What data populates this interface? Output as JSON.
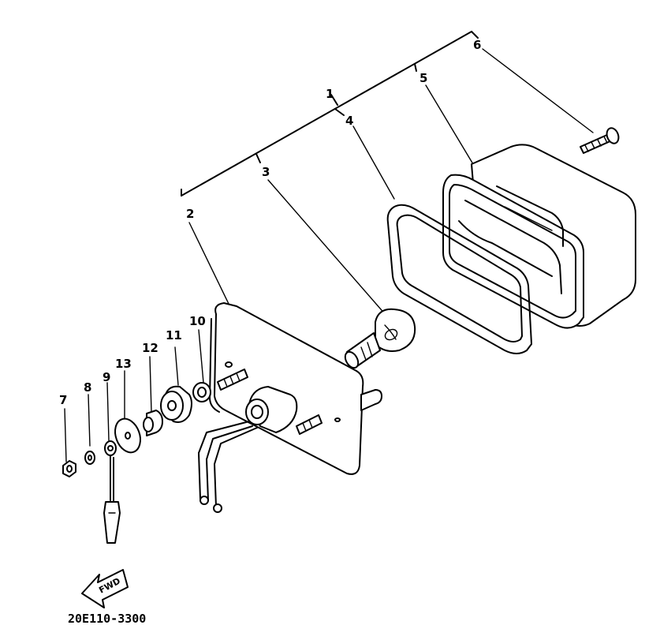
{
  "diagram": {
    "part_labels": {
      "p1": "1",
      "p2": "2",
      "p3": "3",
      "p4": "4",
      "p5": "5",
      "p6": "6",
      "p7": "7",
      "p8": "8",
      "p9": "9",
      "p10": "10",
      "p11": "11",
      "p12": "12",
      "p13": "13"
    },
    "direction_marker": "FWD",
    "drawing_code": "20E110-3300"
  }
}
